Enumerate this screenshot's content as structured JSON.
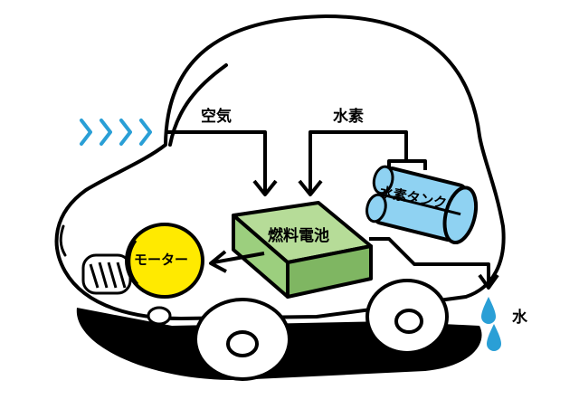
{
  "labels": {
    "air": "空気",
    "hydrogen": "水素",
    "hydrogen_tank": "水素タンク",
    "fuel_cell": "燃料電池",
    "motor": "モーター",
    "water": "水"
  },
  "icons": {
    "air_intake": "chevron-arrows-icon",
    "water_drops": "water-drop-icon"
  },
  "colors": {
    "outline": "#000000",
    "body_fill": "#ffffff",
    "shadow": "#000000",
    "fuel_cell_front": "#9ccf7e",
    "fuel_cell_top": "#b6dc98",
    "fuel_cell_side": "#7fb662",
    "motor": "#ffea00",
    "tank": "#8fd2f2",
    "water": "#2a9fd6",
    "air_arrows": "#2a9fd6"
  }
}
